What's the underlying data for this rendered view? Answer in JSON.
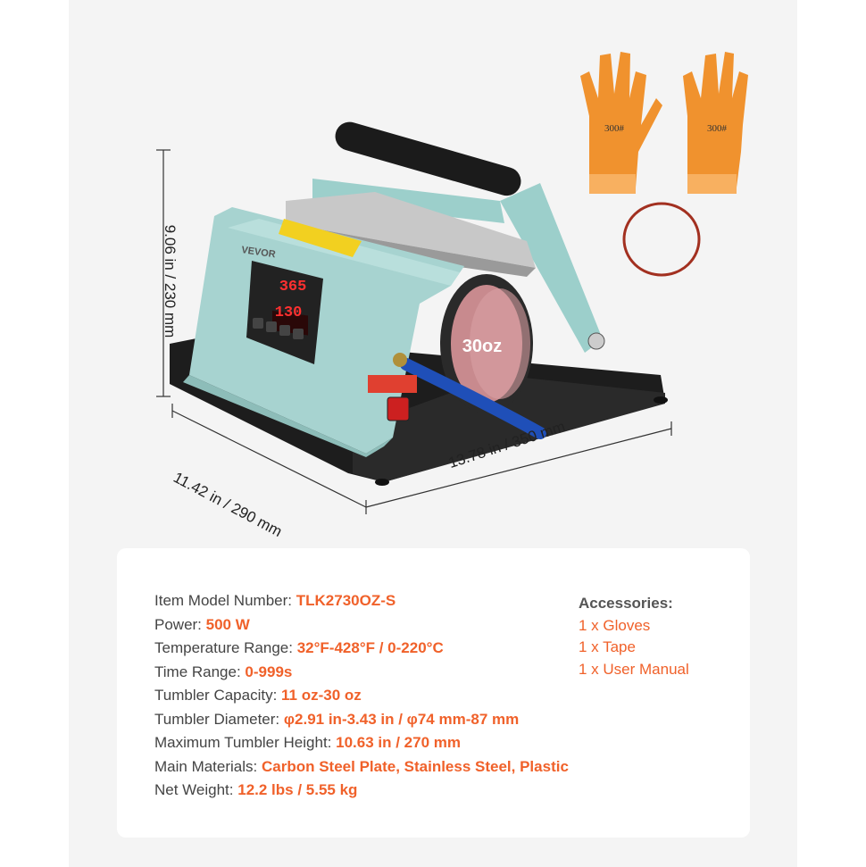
{
  "dimensions": {
    "height": "9.06 in /  230 mm",
    "depth": "11.42 in /  290 mm",
    "width": "13.78 in /  350 mm"
  },
  "product": {
    "brand": "VEVOR",
    "mug_label": "30oz",
    "display_temp": "365",
    "display_time": "130",
    "glove_label": "300#",
    "body_color": "#a7d3d0",
    "accent_color": "#f0612a"
  },
  "specs": [
    {
      "label": "Item Model Number: ",
      "value": "TLK2730OZ-S"
    },
    {
      "label": "Power: ",
      "value": "500 W"
    },
    {
      "label": "Temperature Range: ",
      "value": "32°F-428°F / 0-220°C"
    },
    {
      "label": "Time Range: ",
      "value": "0-999s"
    },
    {
      "label": "Tumbler Capacity: ",
      "value": "11 oz-30 oz"
    },
    {
      "label": "Tumbler Diameter:  ",
      "value": "φ2.91 in-3.43 in / φ74 mm-87 mm"
    },
    {
      "label": "Maximum Tumbler Height:  ",
      "value": "10.63 in / 270 mm"
    },
    {
      "label": "Main Materials: ",
      "value": "Carbon Steel Plate, Stainless Steel, Plastic"
    },
    {
      "label": "Net Weight: ",
      "value": "12.2 lbs / 5.55 kg"
    }
  ],
  "accessories": {
    "heading": "Accessories:",
    "items": [
      "1 x Gloves",
      "1 x Tape",
      "1 x User Manual"
    ]
  }
}
